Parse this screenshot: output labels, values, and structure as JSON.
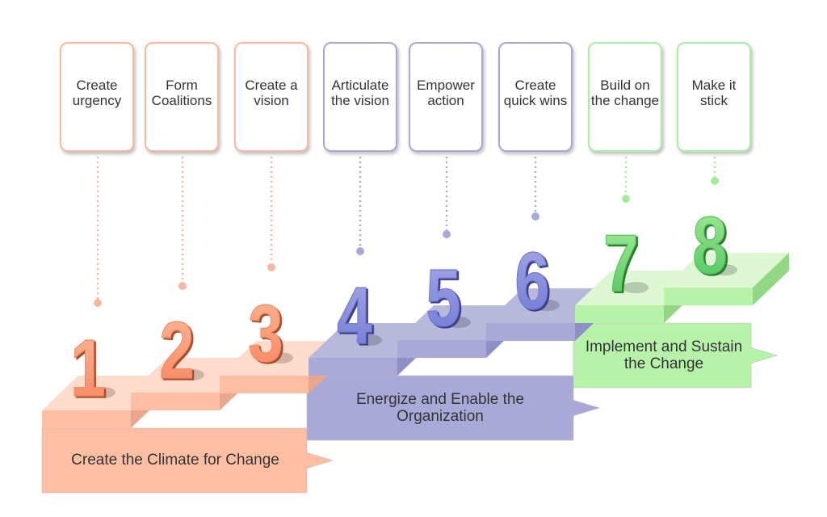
{
  "colors": {
    "climate": "#fdbfa3",
    "enable": "#a9a9d7",
    "sustain": "#b7f2a9"
  },
  "steps": [
    {
      "number": "1",
      "label": "Create urgency",
      "phase": "climate"
    },
    {
      "number": "2",
      "label": "Form Coalitions",
      "phase": "climate"
    },
    {
      "number": "3",
      "label": "Create a vision",
      "phase": "climate"
    },
    {
      "number": "4",
      "label": "Articulate the vision",
      "phase": "enable"
    },
    {
      "number": "5",
      "label": "Empower action",
      "phase": "enable"
    },
    {
      "number": "6",
      "label": "Create quick wins",
      "phase": "enable"
    },
    {
      "number": "7",
      "label": "Build on the change",
      "phase": "sustain"
    },
    {
      "number": "8",
      "label": "Make it stick",
      "phase": "sustain"
    }
  ],
  "phases": {
    "climate": "Create the Climate for Change",
    "enable": "Energize and Enable the Organization",
    "sustain": "Implement and Sustain the Change"
  }
}
